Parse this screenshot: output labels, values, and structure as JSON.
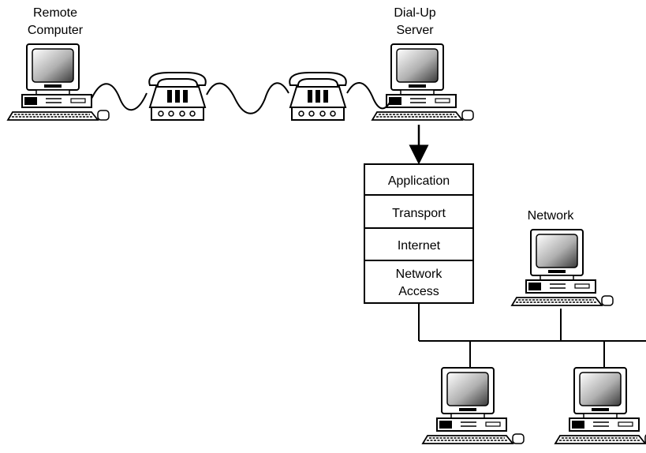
{
  "labels": {
    "remote_computer_line1": "Remote",
    "remote_computer_line2": "Computer",
    "dialup_server_line1": "Dial-Up",
    "dialup_server_line2": "Server",
    "network": "Network"
  },
  "stack_layers": [
    {
      "lines": [
        "Application"
      ]
    },
    {
      "lines": [
        "Transport"
      ]
    },
    {
      "lines": [
        "Internet"
      ]
    },
    {
      "lines": [
        "Network",
        "Access"
      ]
    }
  ]
}
